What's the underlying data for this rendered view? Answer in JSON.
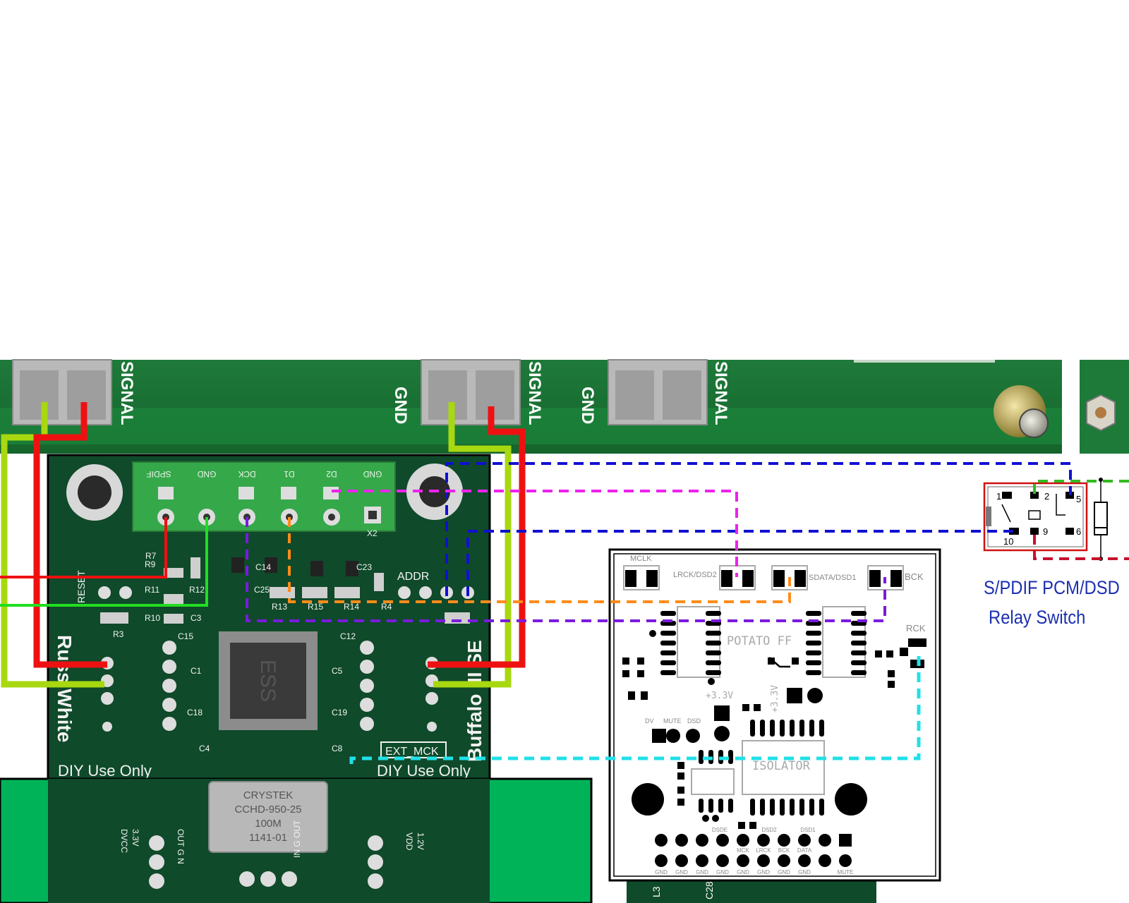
{
  "terminal_labels": {
    "signal": "SIGNAL",
    "gnd": "GND"
  },
  "board_left": {
    "header_pins": [
      "SPDIF",
      "GND",
      "DCK",
      "D1",
      "D2",
      "GND"
    ],
    "header_ref": "X2",
    "name_left": "Russ White",
    "name_right": "Buffalo III SE",
    "footer_left": "DIY Use Only",
    "footer_right": "DIY Use Only",
    "addr_label": "ADDR",
    "reset_label": "RESET",
    "ext_mck_label": "EXT_MCK",
    "components": [
      "R9",
      "R11",
      "R10",
      "R12",
      "R3",
      "R13",
      "R14",
      "R15",
      "R4",
      "C1",
      "C15",
      "C12",
      "C5",
      "C18",
      "C19",
      "C4",
      "C3",
      "C8",
      "C25",
      "C14",
      "C23",
      "R7"
    ],
    "oscillator": [
      "CRYSTEK",
      "CCHD-950-25",
      "100M",
      "1141-01"
    ],
    "bottom_labels": [
      "DVCC",
      "3.3V",
      "OUT G N",
      "IN G OUT",
      "VDD",
      "1.2V"
    ]
  },
  "board_right": {
    "title": "POTATO FF",
    "isolator": "ISOLATOR",
    "pins_top": [
      "MCLK",
      "LRCK/DSD2",
      "SDATA/DSD1",
      "BCK"
    ],
    "rck": "RCK",
    "v33": "+3.3V",
    "small_labels": [
      "DV",
      "MUTE",
      "DSD"
    ],
    "header_top_labels": [
      "DSDE",
      "DSD2",
      "DSD1"
    ],
    "header_mid_labels": [
      "MCK",
      "LRCK",
      "BCK",
      "DATA"
    ],
    "gnd_labels": [
      "GND",
      "GND",
      "GND",
      "GND",
      "GND",
      "GND",
      "GND",
      "GND"
    ],
    "mute_label": "MUTE",
    "bottom_refs": [
      "L3",
      "C28"
    ]
  },
  "relay": {
    "pins": [
      "1",
      "2",
      "5",
      "10",
      "9",
      "6"
    ],
    "caption_line1": "S/PDIF PCM/DSD",
    "caption_line2": "Relay Switch"
  },
  "wire_colors": {
    "red": "#ee1111",
    "lime": "#a8d810",
    "green": "#22dd22",
    "blue": "#1010d0",
    "magenta": "#ee22ee",
    "orange": "#ff8c1a",
    "purple": "#7a1ae0",
    "cyan": "#22e0e8",
    "darkred": "#c8102e",
    "dashgreen": "#33bb22"
  }
}
